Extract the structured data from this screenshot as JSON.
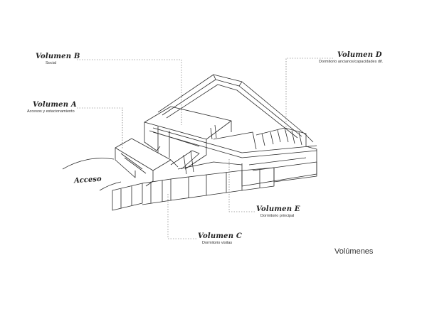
{
  "labels": {
    "volumen_b": {
      "title": "Volumen B",
      "subtitle": "Social"
    },
    "volumen_a": {
      "title": "Volumen A",
      "subtitle": "Accesos y estacionamiento"
    },
    "volumen_d": {
      "title": "Volumen D",
      "subtitle": "Dormitorio ancianos/capacidades dif."
    },
    "volumen_e": {
      "title": "Volumen E",
      "subtitle": "Dormitorio principal"
    },
    "volumen_c": {
      "title": "Volumen C",
      "subtitle": "Dormitorio visitas"
    }
  },
  "acceso": "Acceso",
  "sheet_title": "Volúmenes",
  "colors": {
    "stroke": "#2a2a2a",
    "leader": "#555555"
  }
}
